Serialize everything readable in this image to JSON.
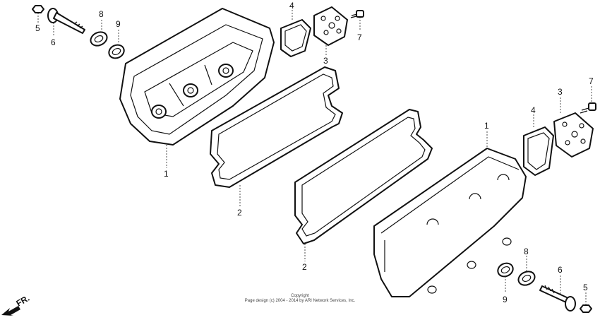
{
  "diagram": {
    "callouts": {
      "c1_upper": "1",
      "c1_lower": "1",
      "c2_upper": "2",
      "c2_lower": "2",
      "c3_upper": "3",
      "c3_lower": "3",
      "c4_upper": "4",
      "c4_lower": "4",
      "c5_upper": "5",
      "c5_lower": "5",
      "c6_upper": "6",
      "c6_lower": "6",
      "c7_upper": "7",
      "c7_lower": "7",
      "c8_upper": "8",
      "c8_lower": "8",
      "c9_upper": "9",
      "c9_lower": "9"
    },
    "direction_label": "FR.",
    "copyright_title": "Copyright",
    "copyright_line": "Page design (c) 2004 - 2014 by ARI Network Services, Inc."
  }
}
